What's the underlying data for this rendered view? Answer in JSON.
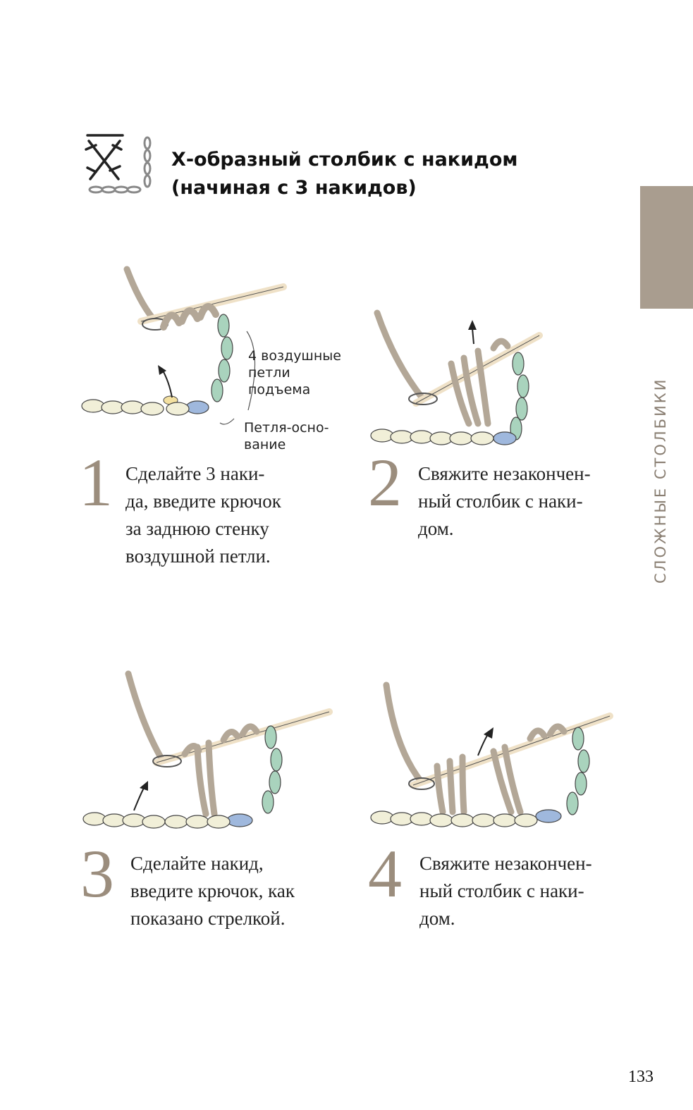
{
  "header": {
    "title_line1": "Х-образный столбик с накидом",
    "title_line2": "(начиная с 3 накидов)"
  },
  "side": {
    "section_label": "СЛОЖНЫЕ СТОЛБИКИ"
  },
  "steps": [
    {
      "number": "1",
      "lines": [
        "Сделайте 3 наки-",
        "да, введите крючок",
        "за заднюю стенку",
        "воздушной петли."
      ]
    },
    {
      "number": "2",
      "lines": [
        "Свяжите незакончен-",
        "ный столбик с наки-",
        "дом."
      ]
    },
    {
      "number": "3",
      "lines": [
        "Сделайте накид,",
        "введите крючок, как",
        "показано стрелкой."
      ]
    },
    {
      "number": "4",
      "lines": [
        "Свяжите незакончен-",
        "ный столбик с наки-",
        "дом."
      ]
    }
  ],
  "annotations": {
    "chain_loops": [
      "4 воздушные",
      "петли",
      "подъема"
    ],
    "base_loop": [
      "Петля-осно-",
      "вание"
    ]
  },
  "page_number": "133",
  "colors": {
    "yarn_taupe": "#b3a797",
    "yarn_green": "#a9d3bd",
    "yarn_blue": "#9fb8dd",
    "yarn_cream": "#f1efd8",
    "hook": "#efe1c7",
    "accent_tab": "#a99d8f"
  }
}
